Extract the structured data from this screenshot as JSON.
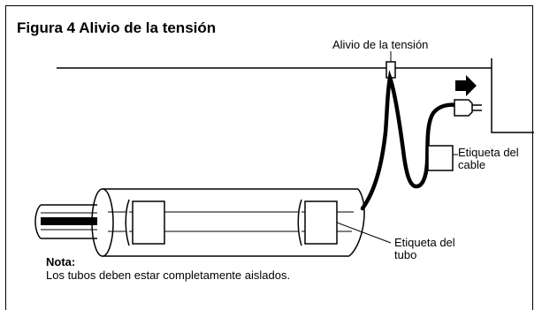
{
  "figure": {
    "title": "Figura 4 Alivio de la tensión"
  },
  "labels": {
    "strain_relief": "Alivio de la tensión",
    "cable_tag": "Etiqueta del cable",
    "tube_tag": "Etiqueta del tubo"
  },
  "note": {
    "title": "Nota:",
    "text": "Los tubos deben estar completamente aislados."
  }
}
